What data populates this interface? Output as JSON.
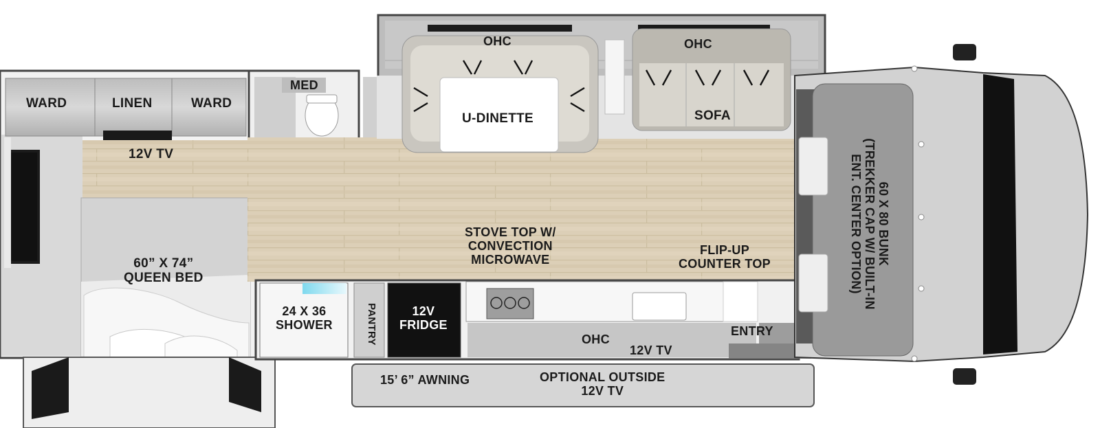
{
  "floorplan": {
    "labels": {
      "ward_left": "WARD",
      "linen": "LINEN",
      "ward_right": "WARD",
      "bedroom_tv": "12V TV",
      "med": "MED",
      "ohc_dinette": "OHC",
      "ohc_sofa": "OHC",
      "u_dinette": "U-DINETTE",
      "sofa": "SOFA",
      "bunk": "60 X 80 BUNK\n(TREKKER CAP W/ BUILT-IN\nENT. CENTER OPTION)",
      "queen_bed": "60” X 74”\nQUEEN BED",
      "stove": "STOVE TOP W/\nCONVECTION\nMICROWAVE",
      "flipup": "FLIP-UP\nCOUNTER TOP",
      "shower": "24 X 36\nSHOWER",
      "pantry": "PANTRY",
      "fridge": "12V\nFRIDGE",
      "ohc_galley": "OHC",
      "galley_tv": "12V TV",
      "entry": "ENTRY",
      "awning": "15’ 6” AWNING",
      "outside_tv": "OPTIONAL OUTSIDE\n12V TV"
    },
    "colors": {
      "floor": "#d9ccb4",
      "outline": "#4a4a4a",
      "cabinet": "#c9c9c9",
      "cab": "#9a9a9a",
      "fridge": "#111111"
    }
  }
}
